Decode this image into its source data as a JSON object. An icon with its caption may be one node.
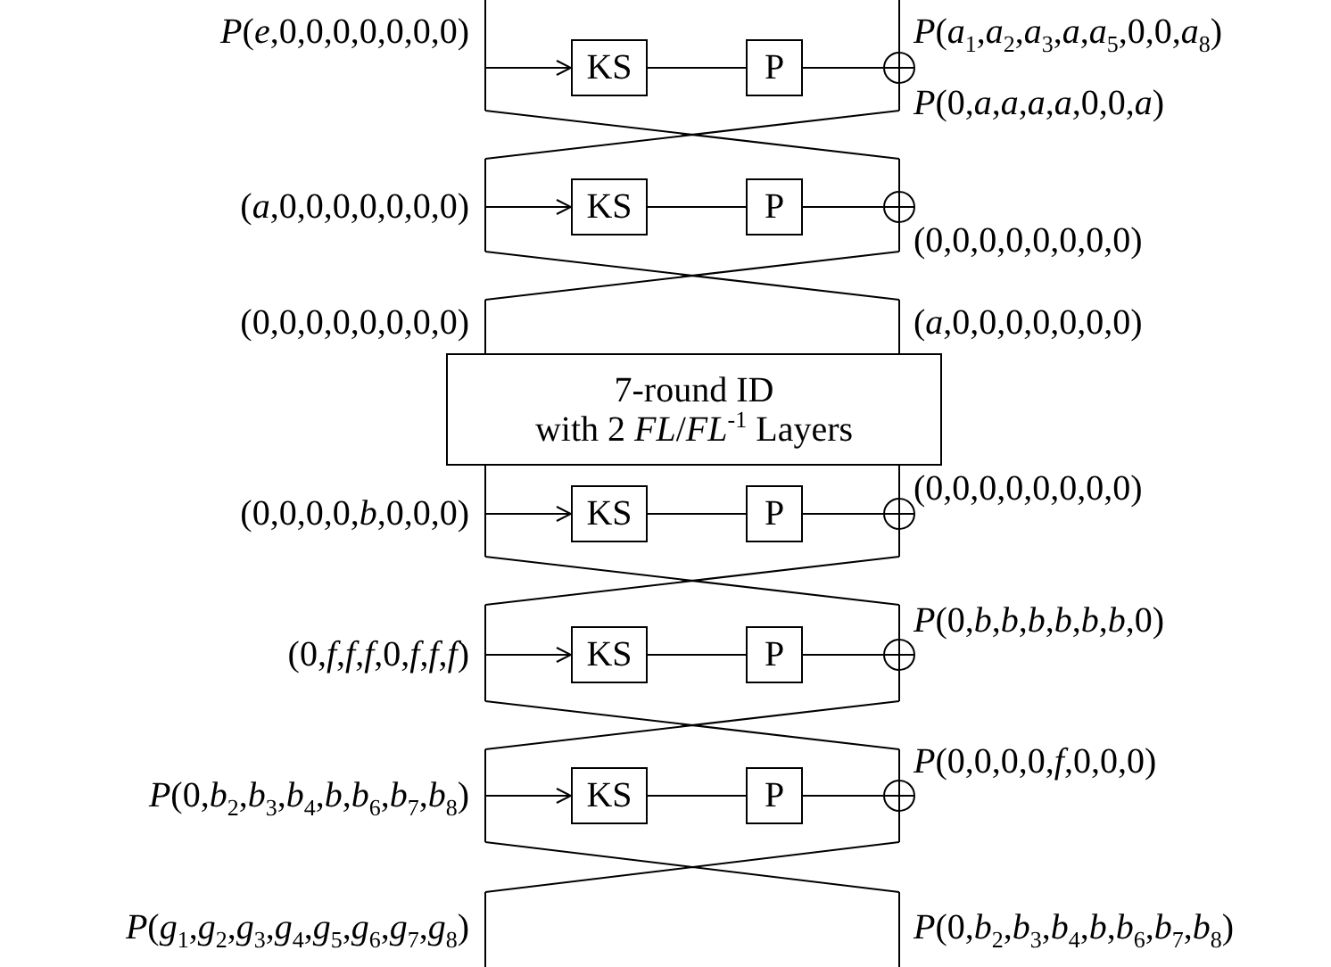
{
  "diagram": {
    "nodes": [
      {
        "text": [
          "KS"
        ]
      },
      {
        "text": [
          "P"
        ]
      },
      {
        "text": [],
        "shape": "circle"
      },
      {
        "text": [
          "KS"
        ]
      },
      {
        "text": [
          "P"
        ]
      },
      {
        "text": [],
        "shape": "circle"
      },
      {
        "text": [
          "7-round ID with 2 *FL*/*FL*$^{-1}$ Layers"
        ]
      },
      {
        "text": [
          "KS"
        ]
      },
      {
        "text": [
          "P"
        ]
      },
      {
        "text": [],
        "shape": "circle"
      },
      {
        "text": [
          "KS"
        ]
      },
      {
        "text": [
          "P"
        ]
      },
      {
        "text": [],
        "shape": "circle"
      },
      {
        "text": [
          "KS"
        ]
      },
      {
        "text": [
          "P"
        ]
      },
      {
        "text": [],
        "shape": "circle"
      }
    ],
    "edges": [
      {
        "from": null,
        "to": 0,
        "arrow": "to"
      },
      {
        "from": 0,
        "to": 1,
        "arrow": "none"
      },
      {
        "from": 1,
        "to": 2,
        "arrow": "none"
      },
      {
        "from": null,
        "to": 3,
        "arrow": "to"
      },
      {
        "from": 3,
        "to": 4,
        "arrow": "none"
      },
      {
        "from": 4,
        "to": 5,
        "arrow": "none"
      },
      {
        "from": null,
        "to": 7,
        "arrow": "to"
      },
      {
        "from": 7,
        "to": 8,
        "arrow": "none"
      },
      {
        "from": 8,
        "to": 9,
        "arrow": "none"
      },
      {
        "from": null,
        "to": 10,
        "arrow": "to"
      },
      {
        "from": 10,
        "to": 11,
        "arrow": "none"
      },
      {
        "from": 11,
        "to": 12,
        "arrow": "none"
      },
      {
        "from": null,
        "to": 13,
        "arrow": "to"
      },
      {
        "from": 13,
        "to": 14,
        "arrow": "none"
      },
      {
        "from": 14,
        "to": 15,
        "arrow": "none"
      }
    ],
    "labels": [
      "*P*(*e*,0,0,0,0,0,0,0)",
      "*P*(*a*$_{1}$,*a*$_{2}$,*a*$_{3}$,*a*,*a*$_{5}$,0,0,*a*$_{8}$)",
      "*P*(0,*a*,*a*,*a*,*a*,0,0,*a*)",
      "(*a*,0,0,0,0,0,0,0)",
      "(0,0,0,0,0,0,0,0)",
      "(0,0,0,0,0,0,0,0)",
      "(*a*,0,0,0,0,0,0,0)",
      "(0,0,0,0,0,0,0,0)",
      "(0,0,0,0,*b*,0,0,0)",
      "*P*(0,*b*,*b*,*b*,*b*,*b*,*b*,0)",
      "(0,*f*,*f*,*f*,0,*f*,*f*,*f*)",
      "*P*(0,0,0,0,*f*,0,0,0)",
      "*P*(0,*b*$_{2}$,*b*$_{3}$,*b*$_{4}$,*b*,*b*$_{6}$,*b*$_{7}$,*b*$_{8}$)",
      "*P*(*g*$_{1}$,*g*$_{2}$,*g*$_{3}$,*g*$_{4}$,*g*$_{5}$,*g*$_{6}$,*g*$_{7}$,*g*$_{8}$)",
      "*P*(0,*b*$_{2}$,*b*$_{3}$,*b*$_{4}$,*b*,*b*$_{6}$,*b*$_{7}$,*b*$_{8}$)"
    ]
  }
}
